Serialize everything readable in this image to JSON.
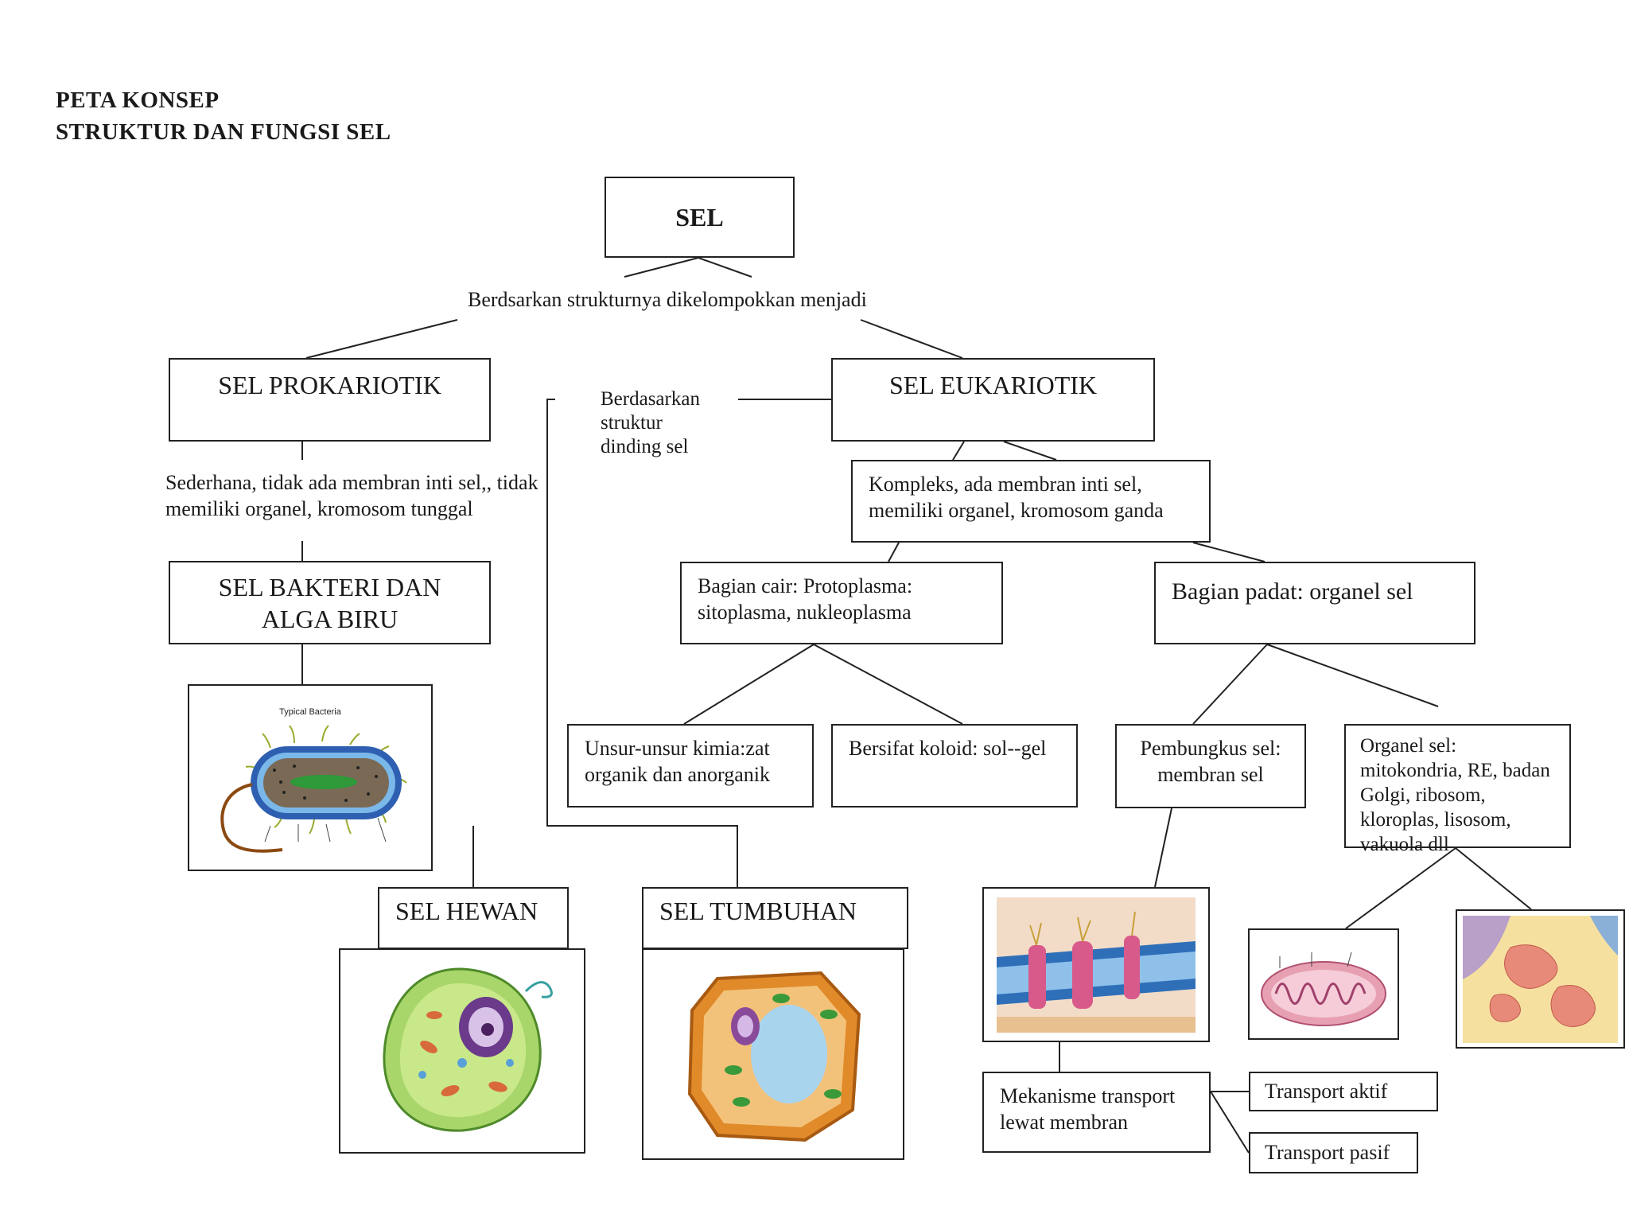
{
  "title": {
    "line1": "PETA KONSEP",
    "line2": "STRUKTUR DAN FUNGSI SEL"
  },
  "nodes": {
    "sel": "SEL",
    "grouping_label": "Berdsarkan strukturnya dikelompokkan menjadi",
    "prokariotik": "SEL PROKARIOTIK",
    "eukariotik": "SEL EUKARIOTIK",
    "dinding_label": "Berdasarkan struktur dinding sel",
    "prokariotik_desc": "Sederhana, tidak ada membran inti sel,, tidak memiliki organel, kromosom tunggal",
    "eukariotik_desc": "Kompleks, ada membran inti sel, memiliki organel, kromosom ganda",
    "bakteri": "SEL BAKTERI DAN ALGA BIRU",
    "bagian_cair": "Bagian cair: Protoplasma: sitoplasma, nukleoplasma",
    "bagian_padat": "Bagian padat: organel sel",
    "unsur": "Unsur-unsur kimia:zat organik dan anorganik",
    "koloid": "Bersifat koloid: sol--gel",
    "pembungkus": "Pembungkus sel: membran sel",
    "organel": "Organel sel: mitokondria, RE, badan Golgi, ribosom, kloroplas, lisosom, vakuola dll",
    "hewan": "SEL  HEWAN",
    "tumbuhan": "SEL TUMBUHAN",
    "mekanisme": "Mekanisme transport lewat membran",
    "aktif": "Transport aktif",
    "pasif": "Transport pasif"
  },
  "images": {
    "bacteria_caption": "Typical Bacteria",
    "bacteria_image": "typical-bacteria-illustration",
    "animal_cell_image": "animal-cell-illustration",
    "plant_cell_image": "plant-cell-illustration",
    "membrane_image": "cell-membrane-illustration",
    "mitochondria_image": "mitochondria-illustration",
    "golgi_image": "golgi-er-illustration"
  }
}
